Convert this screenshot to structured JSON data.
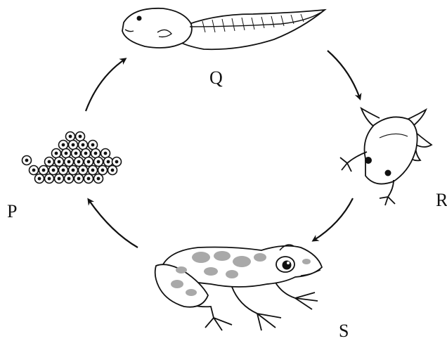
{
  "diagram": {
    "stages": [
      {
        "id": "P",
        "label": "P",
        "depicts": "frog-spawn-eggs-icon"
      },
      {
        "id": "Q",
        "label": "Q",
        "depicts": "tadpole-icon"
      },
      {
        "id": "R",
        "label": "R",
        "depicts": "froglet-icon"
      },
      {
        "id": "S",
        "label": "S",
        "depicts": "adult-frog-icon"
      }
    ],
    "cycle_order": [
      "P",
      "Q",
      "R",
      "S"
    ],
    "colors": {
      "line": "#111111",
      "spot": "#a9a9a9",
      "skin": "#ffffff"
    }
  }
}
